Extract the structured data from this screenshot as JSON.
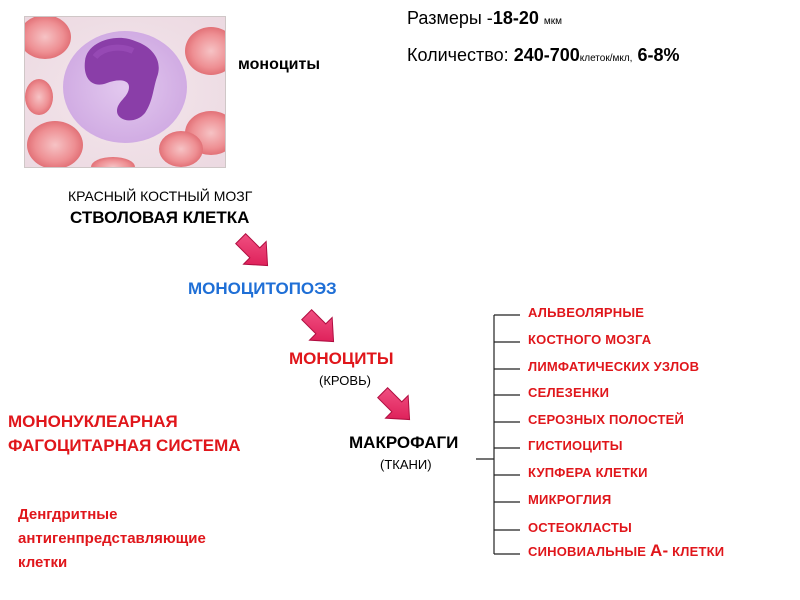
{
  "header": {
    "size_label": "Размеры -",
    "size_value": "18-20",
    "size_unit": "мкм",
    "count_label": "Количество:",
    "count_value": "240-700",
    "count_unit": "клеток/мкл,",
    "count_percent": "6-8%"
  },
  "image_label": "моноциты",
  "flow": {
    "origin_location": "КРАСНЫЙ КОСТНЫЙ МОЗГ",
    "origin_cell": "СТВОЛОВАЯ КЛЕТКА",
    "process": "МОНОЦИТОПОЭЗ",
    "monocytes": "МОНОЦИТЫ",
    "monocytes_location": "(КРОВЬ)",
    "macrophages": "МАКРОФАГИ",
    "macrophages_location": "(ТКАНИ)"
  },
  "system_title": [
    "МОНОНУКЛЕАРНАЯ",
    "ФАГОЦИТАРНАЯ СИСТЕМА"
  ],
  "dendritic": [
    "Денгдритные",
    "антигенпредставляющие",
    "клетки"
  ],
  "macrophage_types": [
    "АЛЬВЕОЛЯРНЫЕ",
    "КОСТНОГО МОЗГА",
    "ЛИМФАТИЧЕСКИХ УЗЛОВ",
    "СЕЛЕЗЕНКИ",
    "СЕРОЗНЫХ ПОЛОСТЕЙ",
    "ГИСТИОЦИТЫ",
    "КУПФЕРА КЛЕТКИ",
    "МИКРОГЛИЯ",
    "ОСТЕОКЛАСТЫ"
  ],
  "last_type": {
    "prefix": "СИНОВИАЛЬНЫЕ",
    "letter": "А-",
    "suffix": "КЛЕТКИ"
  },
  "colors": {
    "red": "#e0161b",
    "blue": "#1f6fd6",
    "arrow": "#e8185a"
  }
}
